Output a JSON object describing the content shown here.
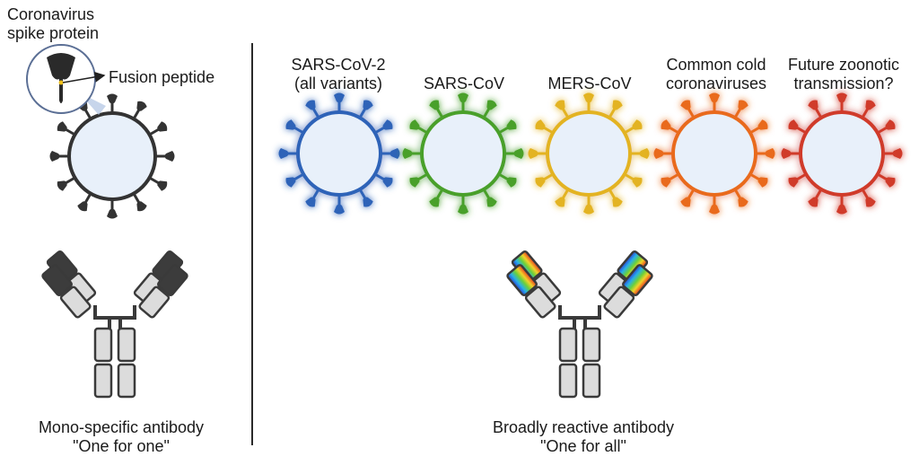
{
  "left_panel": {
    "spike_title_lines": [
      "Coronavirus",
      "spike protein"
    ],
    "fusion_label": "Fusion peptide",
    "caption_lines": [
      "Mono-specific antibody",
      "\"One for one\""
    ]
  },
  "right_panel": {
    "caption_lines": [
      "Broadly reactive antibody",
      "\"One for all\""
    ],
    "viruses": [
      {
        "lines": [
          "SARS-CoV-2",
          "(all variants)"
        ],
        "color": "#2f63b8",
        "glow": "#4a7cff"
      },
      {
        "lines": [
          "",
          "SARS-CoV"
        ],
        "color": "#4aa02c",
        "glow": "#60d040"
      },
      {
        "lines": [
          "",
          "MERS-CoV"
        ],
        "color": "#e3b320",
        "glow": "#ffd23a"
      },
      {
        "lines": [
          "Common cold",
          "coronaviruses"
        ],
        "color": "#e96a1e",
        "glow": "#ff8a30"
      },
      {
        "lines": [
          "Future zoonotic",
          "transmission?"
        ],
        "color": "#d03a2c",
        "glow": "#ff4a3a"
      }
    ]
  },
  "colors": {
    "virus_dark": "#333333",
    "virus_fill": "#e8f0fa",
    "antibody_outline": "#3a3a3a",
    "antibody_body": "#dcdcdc",
    "antibody_tip_dark": "#3c3c3c"
  }
}
